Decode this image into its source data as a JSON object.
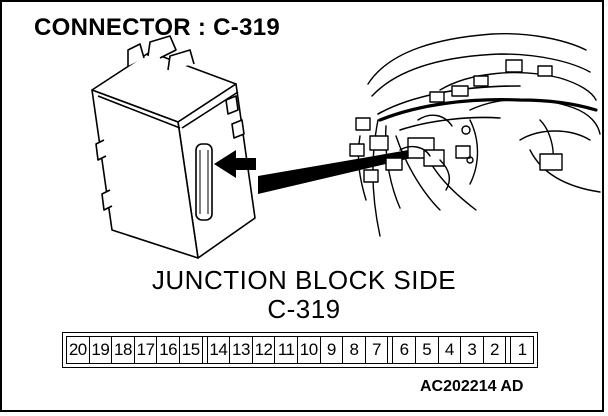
{
  "header": {
    "title": "CONNECTOR : C-319"
  },
  "caption": {
    "line1": "JUNCTION BLOCK SIDE",
    "line2": "C-319"
  },
  "connector": {
    "pins": [
      "20",
      "19",
      "18",
      "17",
      "16",
      "15",
      "14",
      "13",
      "12",
      "11",
      "10",
      "9",
      "8",
      "7",
      "6",
      "5",
      "4",
      "3",
      "2",
      "1"
    ],
    "gaps_before": [
      "14",
      "6",
      "1"
    ]
  },
  "footer": {
    "code": "AC202214 AD"
  },
  "colors": {
    "line": "#000000",
    "background": "#ffffff"
  },
  "icons": [
    "junction-block-illustration",
    "pointer-arrow-icon",
    "dashboard-wiring-illustration"
  ]
}
